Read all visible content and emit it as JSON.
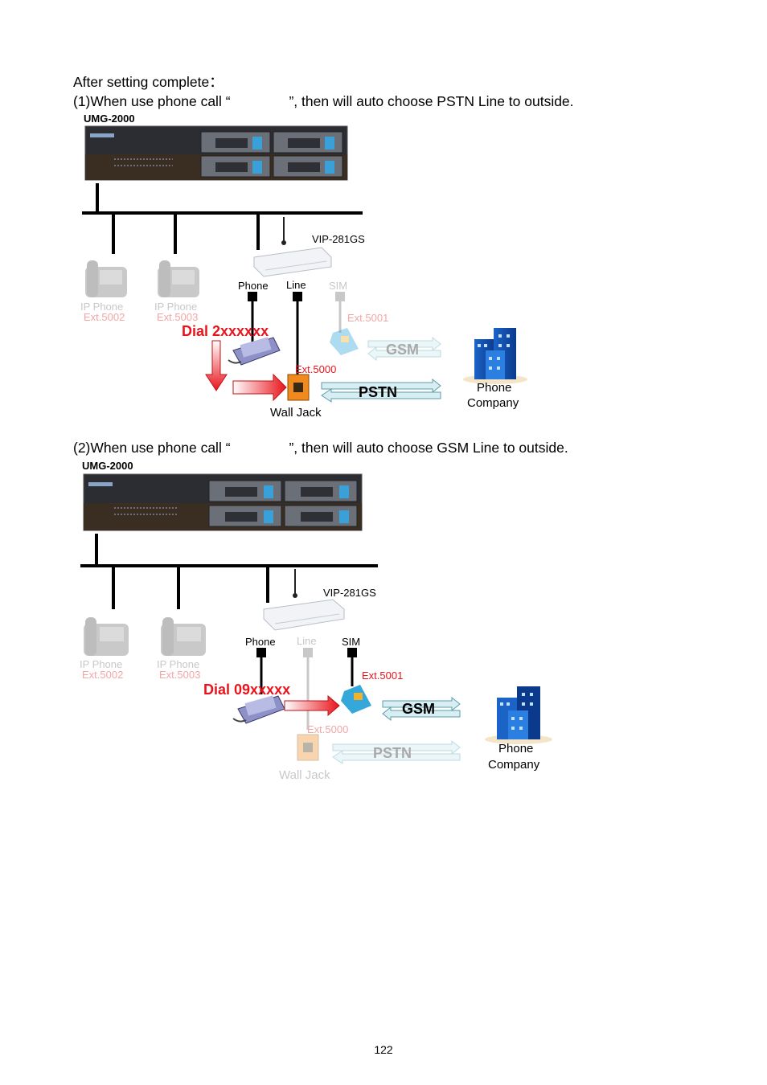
{
  "intro": "After setting complete：",
  "case1": "(1)When use phone call “               ”, then will auto choose PSTN Line to outside.",
  "case2": "(2)When use phone call “               ”, then will auto choose GSM Line to outside.",
  "page_number": "122",
  "colors": {
    "red": "#e8141c",
    "faded": "#c8c8c8",
    "faded_red": "#f2a6a6",
    "arrow_fill": "#d8eef3",
    "arrow_stroke": "#7fb8c4"
  },
  "d1": {
    "umg": "UMG-2000",
    "vip": "VIP-281GS",
    "port_phone": "Phone",
    "port_line": "Line",
    "port_sim": "SIM",
    "ip1": "IP Phone",
    "ip1_ext": "Ext.5002",
    "ip2": "IP Phone",
    "ip2_ext": "Ext.5003",
    "sim_ext": "Ext.5001",
    "dial": "Dial 2xxxxxx",
    "gsm": "GSM",
    "line_ext": "Ext.5000",
    "pstn": "PSTN",
    "wall": "Wall Jack",
    "co1": "Phone",
    "co2": "Company"
  },
  "d2": {
    "umg": "UMG-2000",
    "vip": "VIP-281GS",
    "port_phone": "Phone",
    "port_line": "Line",
    "port_sim": "SIM",
    "ip1": "IP Phone",
    "ip1_ext": "Ext.5002",
    "ip2": "IP Phone",
    "ip2_ext": "Ext.5003",
    "sim_ext": "Ext.5001",
    "dial": "Dial 09xxxxx",
    "gsm": "GSM",
    "line_ext": "Ext.5000",
    "pstn": "PSTN",
    "wall": "Wall Jack",
    "co1": "Phone",
    "co2": "Company"
  }
}
